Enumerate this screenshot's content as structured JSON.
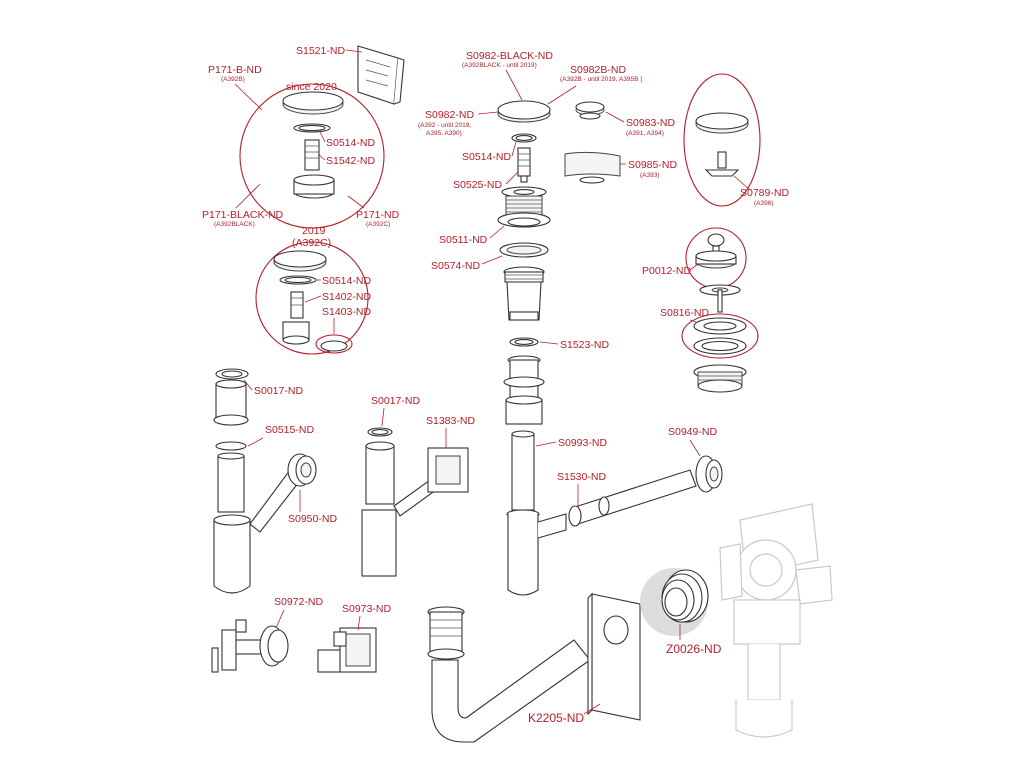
{
  "parts": {
    "s1521": "S1521-ND",
    "p171b": "P171-B-ND",
    "p171b_sub": "(A392B)",
    "since2020": "since 2020",
    "s0514a": "S0514-ND",
    "s1542": "S1542-ND",
    "p171black": "P171-BLACK-ND",
    "p171black_sub": "(A392BLACK)",
    "p171": "P171-ND",
    "p171_sub": "(A392C)",
    "y2019": "2019",
    "a392c": "(A392C)",
    "s0514b": "S0514-ND",
    "s1402": "S1402-ND",
    "s1403": "S1403-ND",
    "s0982black": "S0982-BLACK-ND",
    "s0982black_sub": "(A392BLACK - until 2019)",
    "s0982b": "S0982B-ND",
    "s0982b_sub": "(A392B - until 2019, A395B )",
    "s0982": "S0982-ND",
    "s0982_sub1": "(A392 - until 2019,",
    "s0982_sub2": "A395, A390)",
    "s0983": "S0983-ND",
    "s0983_sub": "(A391, A394)",
    "s0514c": "S0514-ND",
    "s0985": "S0985-ND",
    "s0985_sub": "(A393)",
    "s0525": "S0525-ND",
    "s0789": "S0789-ND",
    "s0789_sub": "(A396)",
    "s0511": "S0511-ND",
    "s0574": "S0574-ND",
    "p0012": "P0012-ND",
    "s0816": "S0816-ND",
    "s1523": "S1523-ND",
    "s0017a": "S0017-ND",
    "s0017b": "S0017-ND",
    "s1383": "S1383-ND",
    "s0515": "S0515-ND",
    "s0993": "S0993-ND",
    "s0949": "S0949-ND",
    "s1530": "S1530-ND",
    "s0950": "S0950-ND",
    "s0972": "S0972-ND",
    "s0973": "S0973-ND",
    "z0026": "Z0026-ND",
    "k2205": "K2205-ND"
  },
  "colors": {
    "label": "#b3202a",
    "outline": "#333333",
    "ghost": "#c9c9c9",
    "background": "#ffffff"
  }
}
